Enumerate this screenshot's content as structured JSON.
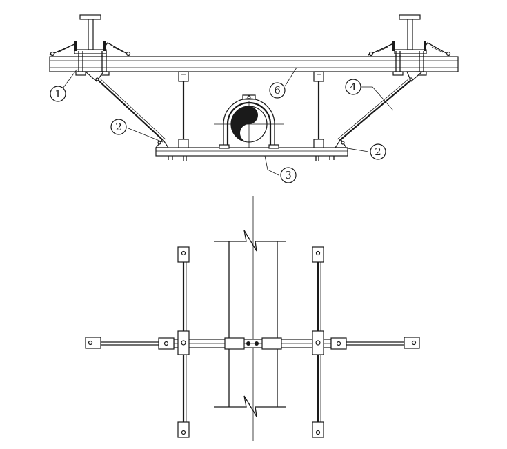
{
  "callouts": {
    "c1": "1",
    "c2a": "2",
    "c2b": "2",
    "c3": "3",
    "c4": "4",
    "c6": "6"
  }
}
